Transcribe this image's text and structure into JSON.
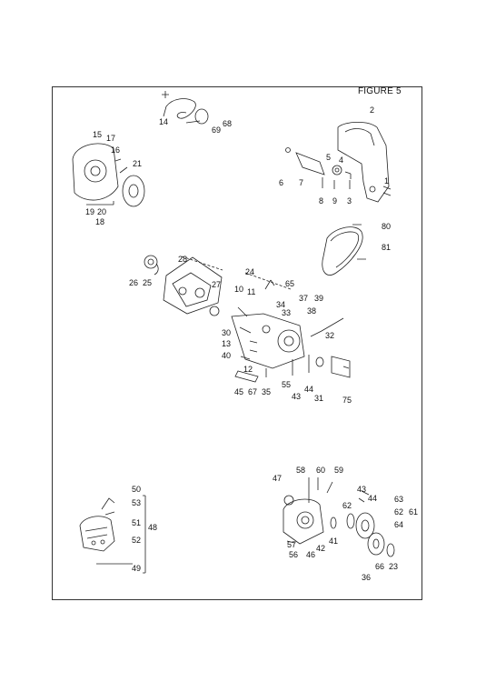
{
  "figure_title": "FIGURE 5",
  "callouts": [
    {
      "id": "14",
      "text": "14"
    },
    {
      "id": "68",
      "text": "68"
    },
    {
      "id": "69",
      "text": "69"
    },
    {
      "id": "2",
      "text": "2"
    },
    {
      "id": "15",
      "text": "15"
    },
    {
      "id": "17",
      "text": "17"
    },
    {
      "id": "16",
      "text": "16"
    },
    {
      "id": "21",
      "text": "21"
    },
    {
      "id": "19",
      "text": "19"
    },
    {
      "id": "20",
      "text": "20"
    },
    {
      "id": "18",
      "text": "18"
    },
    {
      "id": "5",
      "text": "5"
    },
    {
      "id": "4",
      "text": "4"
    },
    {
      "id": "6",
      "text": "6"
    },
    {
      "id": "7",
      "text": "7"
    },
    {
      "id": "8",
      "text": "8"
    },
    {
      "id": "9",
      "text": "9"
    },
    {
      "id": "3",
      "text": "3"
    },
    {
      "id": "1",
      "text": "1"
    },
    {
      "id": "80",
      "text": "80"
    },
    {
      "id": "81",
      "text": "81"
    },
    {
      "id": "28",
      "text": "28"
    },
    {
      "id": "24",
      "text": "24"
    },
    {
      "id": "65",
      "text": "65"
    },
    {
      "id": "26",
      "text": "26"
    },
    {
      "id": "25",
      "text": "25"
    },
    {
      "id": "27",
      "text": "27"
    },
    {
      "id": "10",
      "text": "10"
    },
    {
      "id": "11",
      "text": "11"
    },
    {
      "id": "37",
      "text": "37"
    },
    {
      "id": "39",
      "text": "39"
    },
    {
      "id": "34",
      "text": "34"
    },
    {
      "id": "33",
      "text": "33"
    },
    {
      "id": "38",
      "text": "38"
    },
    {
      "id": "30",
      "text": "30"
    },
    {
      "id": "13",
      "text": "13"
    },
    {
      "id": "32",
      "text": "32"
    },
    {
      "id": "40",
      "text": "40"
    },
    {
      "id": "12",
      "text": "12"
    },
    {
      "id": "55",
      "text": "55"
    },
    {
      "id": "44",
      "text": "44"
    },
    {
      "id": "45",
      "text": "45"
    },
    {
      "id": "67",
      "text": "67"
    },
    {
      "id": "35",
      "text": "35"
    },
    {
      "id": "43",
      "text": "43"
    },
    {
      "id": "31",
      "text": "31"
    },
    {
      "id": "75",
      "text": "75"
    },
    {
      "id": "58",
      "text": "58"
    },
    {
      "id": "60",
      "text": "60"
    },
    {
      "id": "59",
      "text": "59"
    },
    {
      "id": "47",
      "text": "47"
    },
    {
      "id": "43b",
      "text": "43"
    },
    {
      "id": "44b",
      "text": "44"
    },
    {
      "id": "62",
      "text": "62"
    },
    {
      "id": "63",
      "text": "63"
    },
    {
      "id": "62b",
      "text": "62"
    },
    {
      "id": "61",
      "text": "61"
    },
    {
      "id": "64",
      "text": "64"
    },
    {
      "id": "57",
      "text": "57"
    },
    {
      "id": "42",
      "text": "42"
    },
    {
      "id": "41",
      "text": "41"
    },
    {
      "id": "56",
      "text": "56"
    },
    {
      "id": "46",
      "text": "46"
    },
    {
      "id": "66",
      "text": "66"
    },
    {
      "id": "23",
      "text": "23"
    },
    {
      "id": "36",
      "text": "36"
    },
    {
      "id": "50",
      "text": "50"
    },
    {
      "id": "53",
      "text": "53"
    },
    {
      "id": "51",
      "text": "51"
    },
    {
      "id": "48",
      "text": "48"
    },
    {
      "id": "52",
      "text": "52"
    },
    {
      "id": "49",
      "text": "49"
    }
  ]
}
